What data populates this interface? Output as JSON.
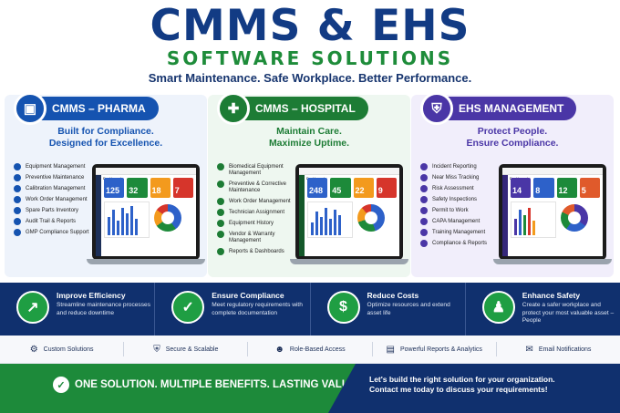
{
  "header": {
    "title": "CMMS & EHS",
    "subtitle": "SOFTWARE SOLUTIONS",
    "tagline": "Smart Maintenance. Safe Workplace. Better Performance."
  },
  "panels": [
    {
      "badge": "CMMS – PHARMA",
      "icon": "factory-icon",
      "headline1": "Built for Compliance.",
      "headline2": "Designed for Excellence.",
      "features": [
        "Equipment Management",
        "Preventive Maintenance",
        "Calibration Management",
        "Work Order Management",
        "Spare Parts Inventory",
        "Audit Trail & Reports",
        "GMP Compliance Support"
      ],
      "dashboard": {
        "label": "Dashboard",
        "tiles": [
          "125",
          "32",
          "18",
          "7"
        ]
      }
    },
    {
      "badge": "CMMS – HOSPITAL",
      "icon": "hospital-icon",
      "headline1": "Maintain Care.",
      "headline2": "Maximize Uptime.",
      "features": [
        "Biomedical Equipment Management",
        "Preventive & Corrective Maintenance",
        "Work Order Management",
        "Technician Assignment",
        "Equipment History",
        "Vendor & Warranty Management",
        "Reports & Dashboards"
      ],
      "dashboard": {
        "label": "Dashboard",
        "tiles": [
          "248",
          "45",
          "22",
          "9"
        ]
      }
    },
    {
      "badge": "EHS MANAGEMENT",
      "icon": "shield-icon",
      "headline1": "Protect People.",
      "headline2": "Ensure Compliance.",
      "features": [
        "Incident Reporting",
        "Near Miss Tracking",
        "Risk Assessment",
        "Safety Inspections",
        "Permit to Work",
        "CAPA Management",
        "Training Management",
        "Compliance & Reports"
      ],
      "dashboard": {
        "label": "Dashboard",
        "tiles": [
          "14",
          "8",
          "12",
          "5"
        ]
      }
    }
  ],
  "benefits": [
    {
      "title": "Improve Efficiency",
      "text": "Streamline maintenance processes and reduce downtime",
      "icon": "chart-up-icon"
    },
    {
      "title": "Ensure Compliance",
      "text": "Meet regulatory requirements with complete documentation",
      "icon": "shield-check-icon"
    },
    {
      "title": "Reduce Costs",
      "text": "Optimize resources and extend asset life",
      "icon": "dollar-icon"
    },
    {
      "title": "Enhance Safety",
      "text": "Create a safer workplace and protect your most valuable asset – People",
      "icon": "people-icon"
    }
  ],
  "features_bar": [
    {
      "label": "Custom Solutions",
      "icon": "gear-icon"
    },
    {
      "label": "Secure & Scalable",
      "icon": "shield-icon"
    },
    {
      "label": "Role-Based Access",
      "icon": "users-icon"
    },
    {
      "label": "Powerful Reports & Analytics",
      "icon": "bar-chart-icon"
    },
    {
      "label": "Email Notifications",
      "icon": "envelope-icon"
    }
  ],
  "footer": {
    "slogan": "ONE SOLUTION. MULTIPLE BENEFITS. LASTING VALUE.",
    "cta1": "Let's build the right solution for your organization.",
    "cta2": "Contact me today to discuss your requirements!"
  },
  "colors": {
    "navy": "#10306e",
    "pharma": "#1553b0",
    "hospital": "#1d7c35",
    "ehs": "#4a36a6",
    "green": "#1d8a3a"
  }
}
